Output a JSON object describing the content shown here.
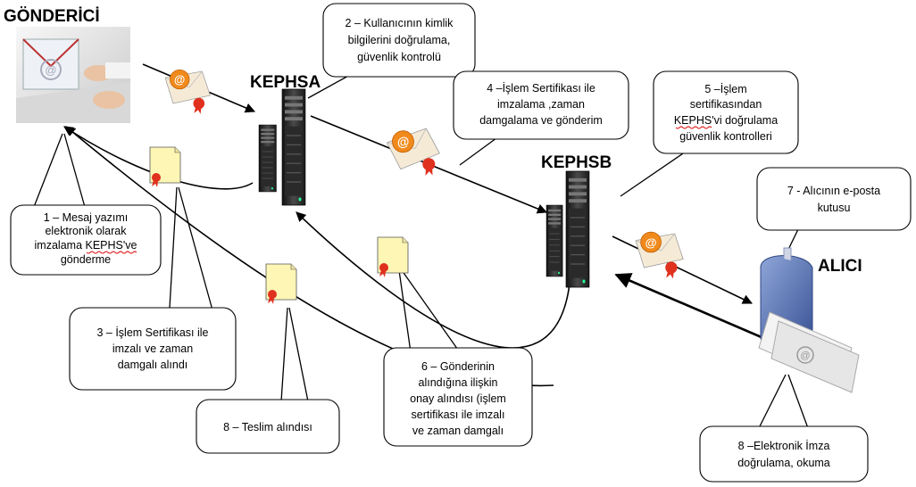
{
  "nodes": {
    "sender": "GÖNDERİCİ",
    "kephsa": "KEPHSA",
    "kephsb": "KEPHSB",
    "receiver": "ALICI"
  },
  "callouts": {
    "c1": [
      "1 – Mesaj yazımı",
      "elektronik olarak",
      "imzalama  KEPHS've",
      "gönderme"
    ],
    "c2": [
      "2 – Kullanıcının kimlik",
      "bilgilerini doğrulama,",
      "güvenlik kontrolü"
    ],
    "c3": [
      "3 – İşlem Sertifikası ile",
      "imzalı ve zaman",
      "damgalı alındı"
    ],
    "c4": [
      "4 –İşlem Sertifikası ile",
      "imzalama ,zaman",
      "damgalama ve gönderim"
    ],
    "c5": [
      "5 –İşlem",
      "sertifikasından",
      "KEPHS'vi doğrulama",
      "güvenlik kontrolleri"
    ],
    "c6": [
      "6 – Gönderinin",
      "alındığına ilişkin",
      "onay alındısı (işlem",
      "sertifikası ile imzalı",
      "ve zaman damgalı"
    ],
    "c7": [
      "7 - Alıcının e-posta",
      "kutusu"
    ],
    "c8a": [
      "8 – Teslim alındısı"
    ],
    "c8b": [
      "8 –Elektronik İmza",
      "doğrulama, okuma"
    ]
  },
  "colors": {
    "arrow": "#000000",
    "callout_border": "#000000",
    "document": "#fdf6b4",
    "seal": "#e0301e",
    "envelope": "#f4e4c0",
    "at_icon": "#f08a1c",
    "server": "#2e2e2e",
    "mailbox": "#6f89c4",
    "spellcheck": "#e02020"
  },
  "icons": {
    "sender": "laptop-mail-icon",
    "server": "server-tower-icon",
    "envelope": "email-envelope-icon",
    "document": "certificate-document-icon",
    "mailbox": "mailbox-icon"
  }
}
